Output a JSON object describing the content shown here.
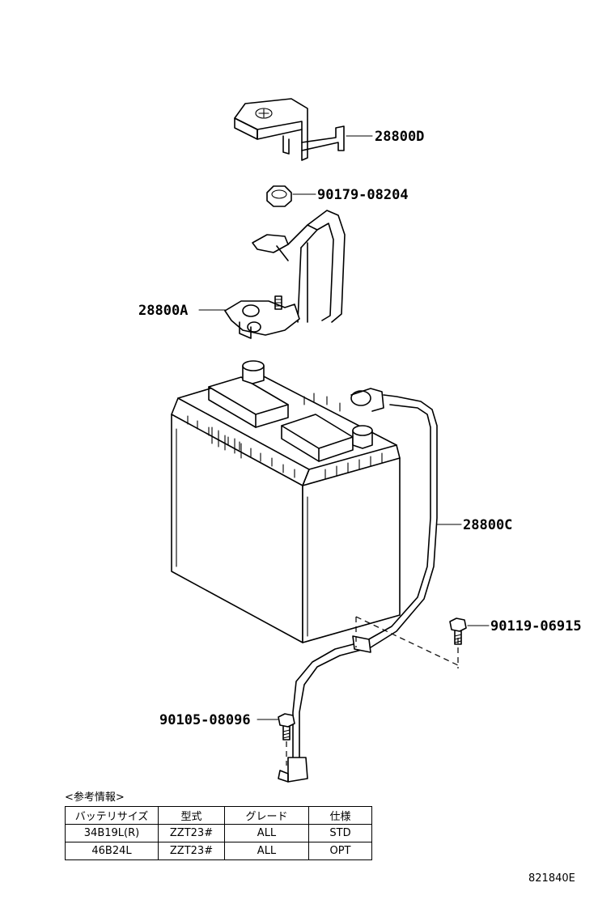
{
  "parts": {
    "hold_down_clamp": "28800D",
    "nut": "90179-08204",
    "positive_terminal": "28800A",
    "negative_cable": "28800C",
    "bolt_right": "90119-06915",
    "bolt_lower": "90105-08096"
  },
  "reference_table": {
    "caption": "<参考情報>",
    "headers": [
      "バッテリサイズ",
      "型式",
      "グレード",
      "仕様"
    ],
    "rows": [
      [
        "34B19L(R)",
        "ZZT23#",
        "ALL",
        "STD"
      ],
      [
        "46B24L",
        "ZZT23#",
        "ALL",
        "OPT"
      ]
    ]
  },
  "diagram_code": "821840E"
}
